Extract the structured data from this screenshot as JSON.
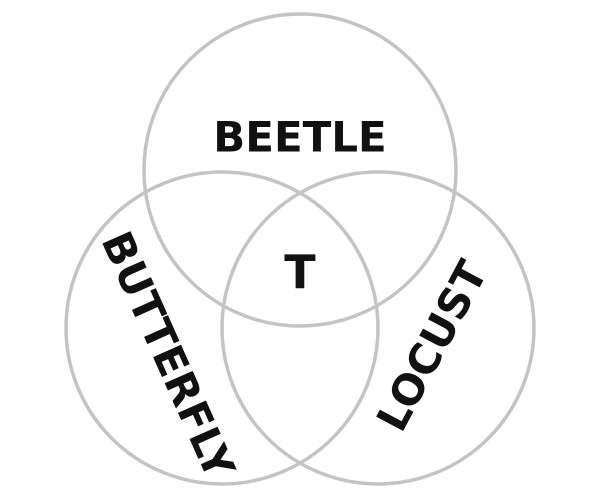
{
  "diagram": {
    "sets": [
      {
        "id": "top",
        "label": "BEETLE"
      },
      {
        "id": "left",
        "label": "BUTTERFLY"
      },
      {
        "id": "right",
        "label": "LOCUST"
      }
    ],
    "intersection_label": "T",
    "colors": {
      "stroke": "#c4c4c4",
      "text": "#111111",
      "background": "#ffffff"
    }
  }
}
